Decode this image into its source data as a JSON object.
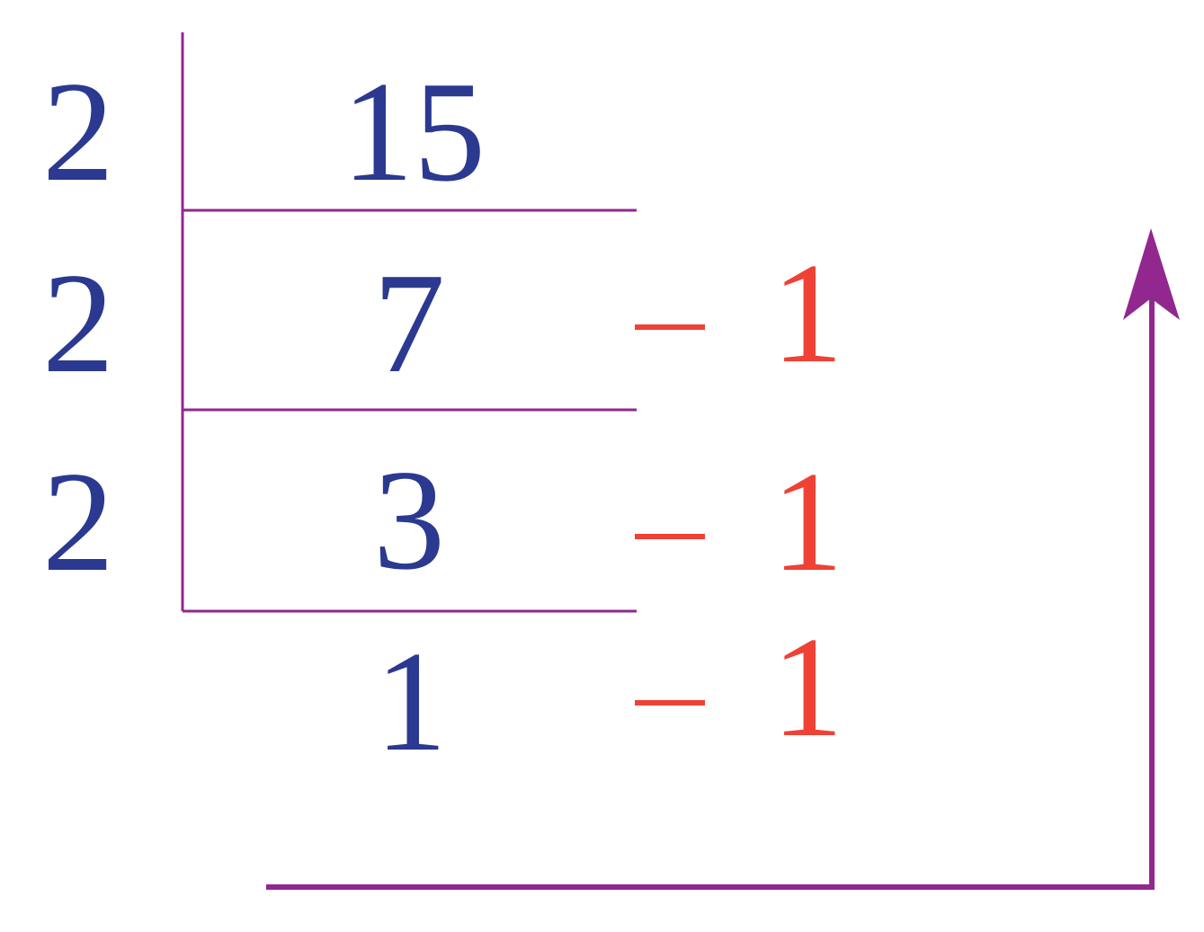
{
  "colors": {
    "number": "#2b3990",
    "remainder": "#ef4136",
    "line": "#92278f",
    "background": "#ffffff"
  },
  "rows": [
    {
      "divisor": "2",
      "dividend": "15",
      "dash": "",
      "remainder": ""
    },
    {
      "divisor": "2",
      "dividend": "7",
      "dash": "–",
      "remainder": "1"
    },
    {
      "divisor": "2",
      "dividend": "3",
      "dash": "–",
      "remainder": "1"
    },
    {
      "divisor": "",
      "dividend": "1",
      "dash": "–",
      "remainder": "1"
    }
  ],
  "arrow": {
    "direction": "up",
    "icon": "arrow-up-icon"
  }
}
